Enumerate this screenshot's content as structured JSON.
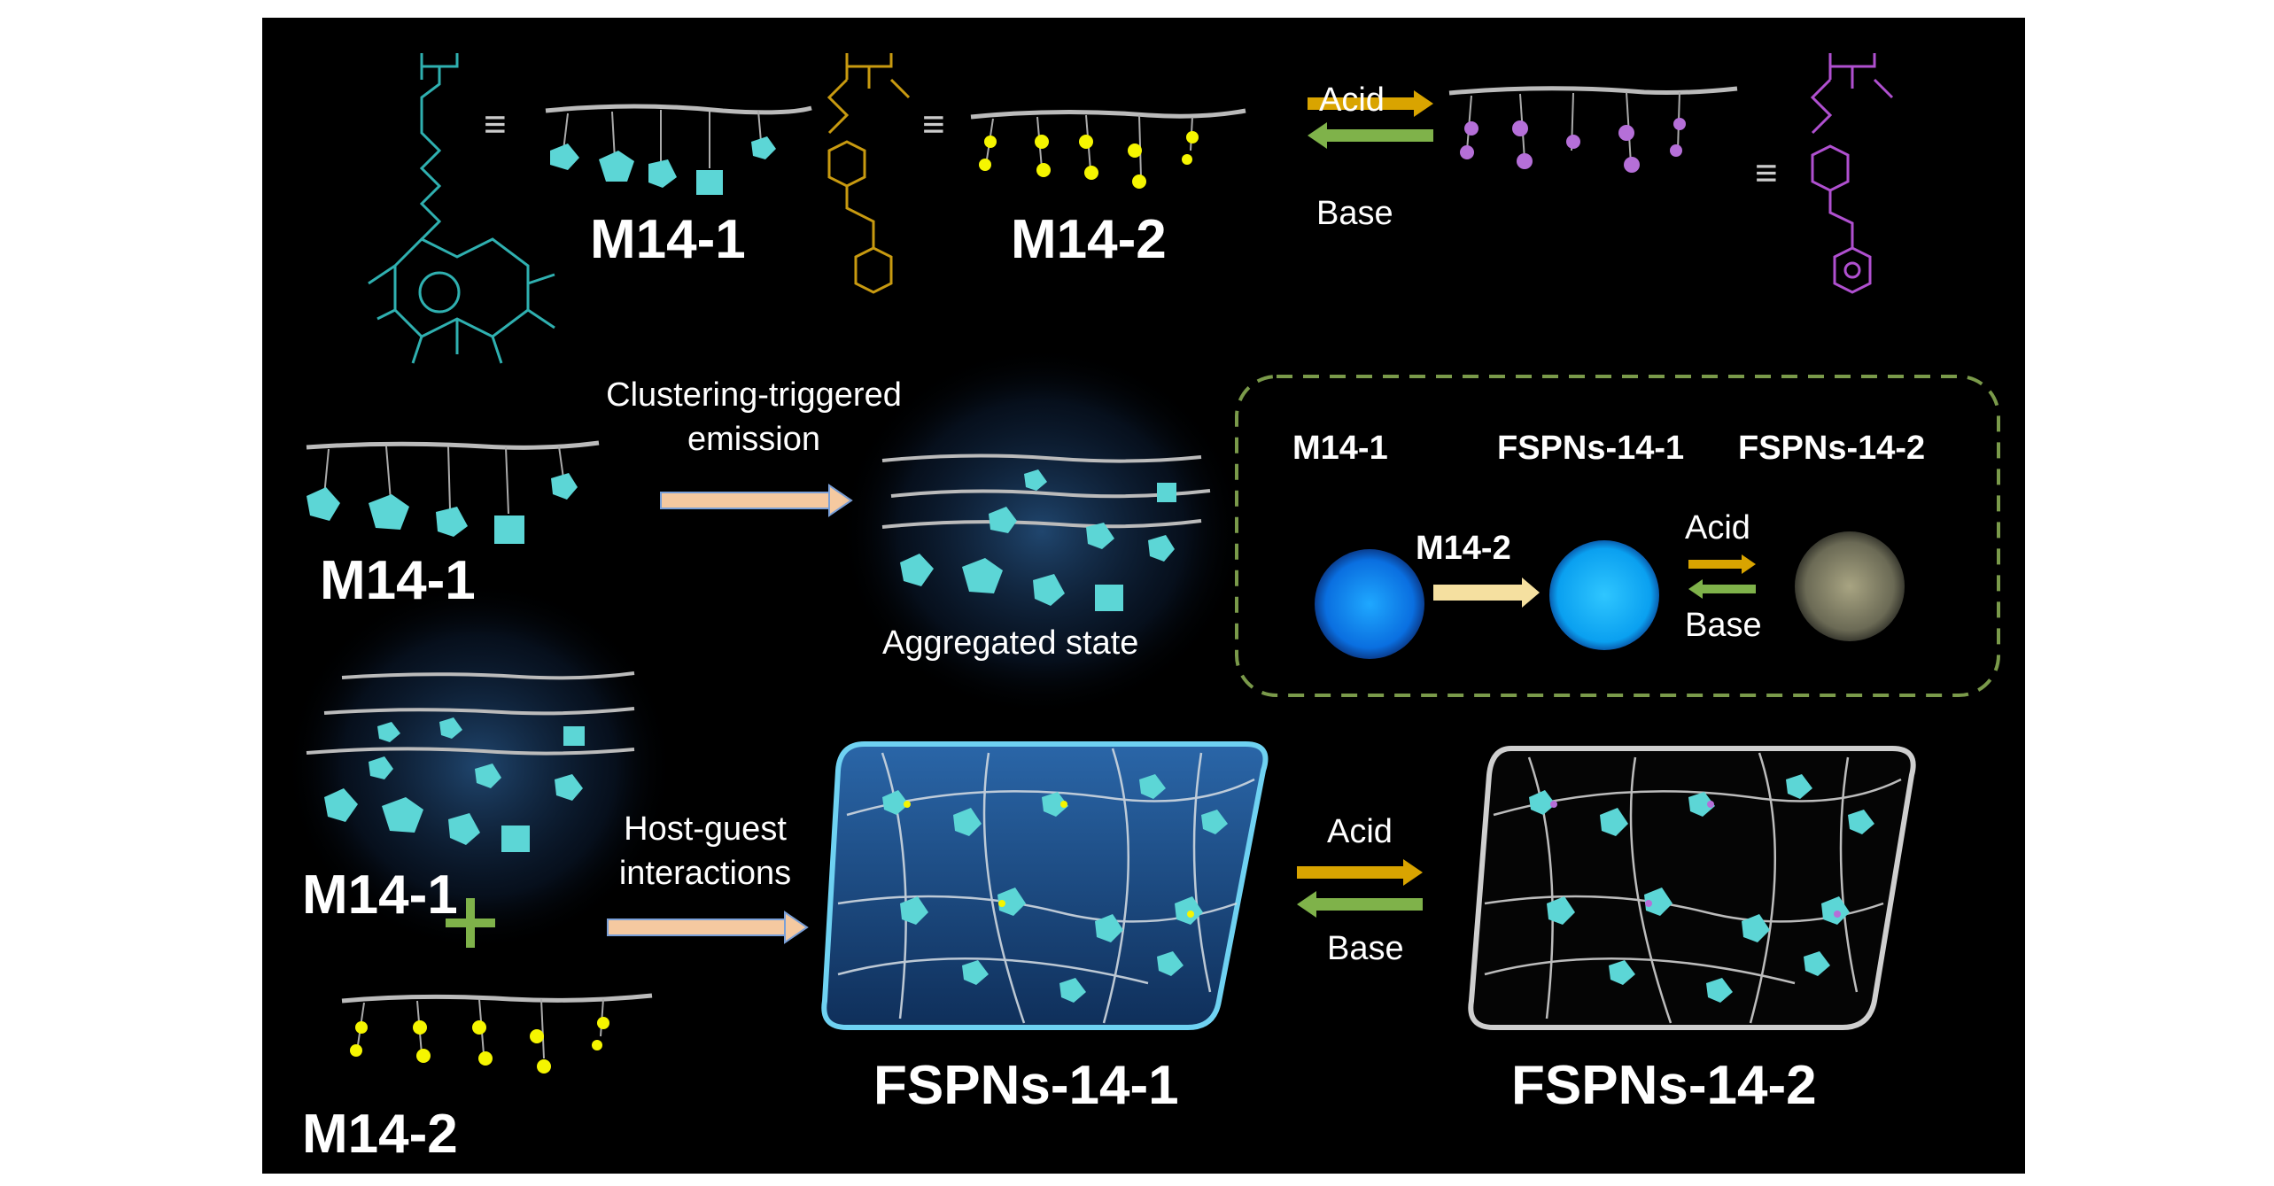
{
  "top_row": {
    "m14_1_label": "M14-1",
    "m14_2_label": "M14-2",
    "acid_label": "Acid",
    "base_label": "Base",
    "equiv_symbol": "≡"
  },
  "middle_row": {
    "m14_1_label": "M14-1",
    "process_label_line1": "Clustering-triggered",
    "process_label_line2": "emission",
    "aggregated_label": "Aggregated state"
  },
  "inset": {
    "col1_label": "M14-1",
    "col2_label": "FSPNs-14-1",
    "col3_label": "FSPNs-14-2",
    "arrow_label": "M14-2",
    "acid_label": "Acid",
    "base_label": "Base"
  },
  "bottom_row": {
    "m14_1_label": "M14-1",
    "m14_2_label": "M14-2",
    "plus_symbol": "+",
    "process_label_line1": "Host-guest",
    "process_label_line2": "interactions",
    "fspns1_label": "FSPNs-14-1",
    "fspns2_label": "FSPNs-14-2",
    "acid_label": "Acid",
    "base_label": "Base"
  },
  "colors": {
    "background": "#000000",
    "cyan": "#5cd6d6",
    "yellow": "#f5f500",
    "magenta": "#b56fd8",
    "acid_arrow": "#d9a400",
    "base_arrow": "#7fb24a",
    "process_arrow": "#f5c9a0",
    "inset_border": "#7a9a4a"
  }
}
